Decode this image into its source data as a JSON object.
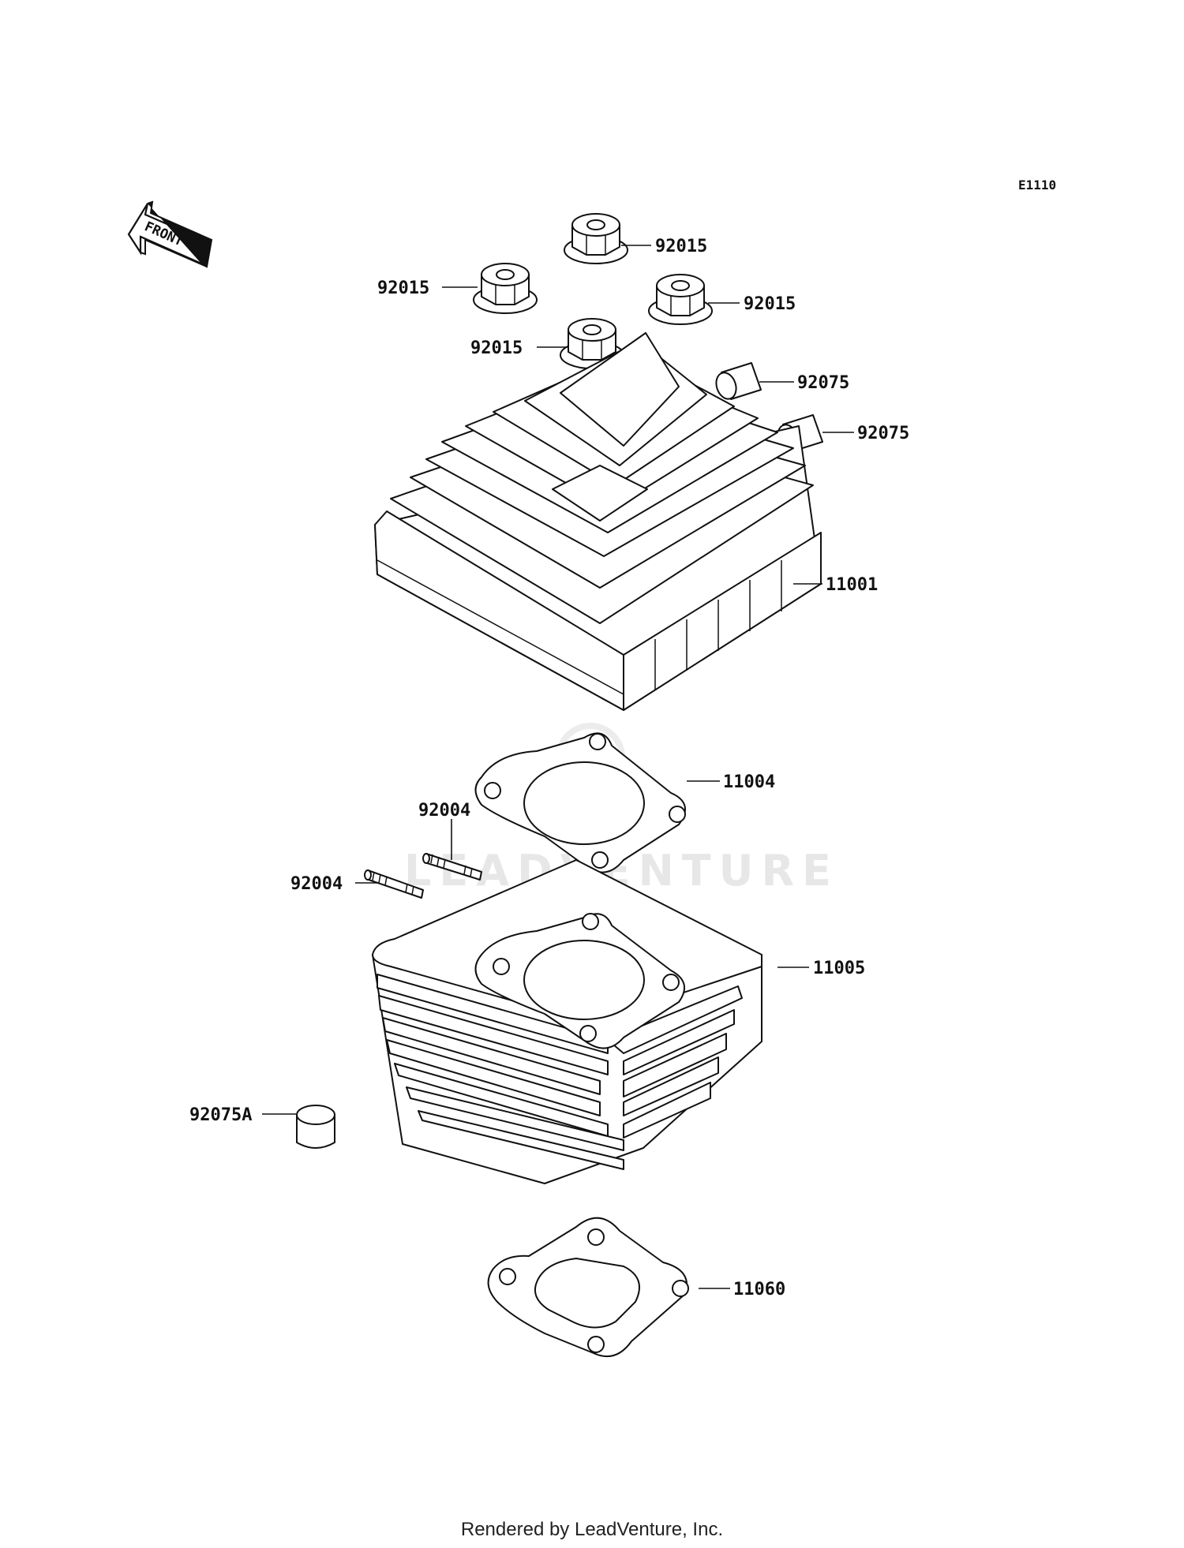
{
  "diagram_code": "E1110",
  "front_label": "FRONT",
  "watermark": "LEADVENTURE",
  "footer": "Rendered by LeadVenture, Inc.",
  "callouts": [
    {
      "id": "nut-top",
      "label": "92015"
    },
    {
      "id": "nut-left",
      "label": "92015"
    },
    {
      "id": "nut-right",
      "label": "92015"
    },
    {
      "id": "nut-bottom",
      "label": "92015"
    },
    {
      "id": "dowel-1",
      "label": "92075"
    },
    {
      "id": "dowel-2",
      "label": "92075"
    },
    {
      "id": "cylinder-head",
      "label": "11001"
    },
    {
      "id": "head-gasket",
      "label": "11004"
    },
    {
      "id": "stud-upper",
      "label": "92004"
    },
    {
      "id": "stud-lower",
      "label": "92004"
    },
    {
      "id": "cylinder",
      "label": "11005"
    },
    {
      "id": "dowel-a",
      "label": "92075A"
    },
    {
      "id": "base-gasket",
      "label": "11060"
    }
  ]
}
